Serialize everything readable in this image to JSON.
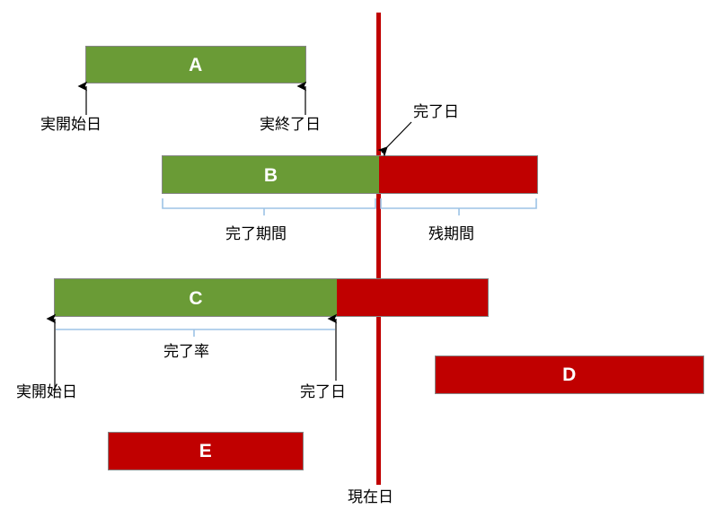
{
  "diagram": {
    "title_note": "Gantt bar legend diagram (Japanese)",
    "colors": {
      "completed": "#6A9B36",
      "remaining": "#C00000",
      "today_line": "#C00000",
      "brace": "#9DC3E6",
      "bar_border": "#868686",
      "text": "#000000"
    },
    "today_marker": {
      "label": "現在日"
    },
    "bars": [
      {
        "id": "A",
        "label": "A",
        "state": "completed",
        "annotations": [
          "実開始日",
          "実終了日"
        ]
      },
      {
        "id": "B",
        "label": "B",
        "state": "in-progress",
        "annotations": [
          "完了日",
          "完了期間",
          "残期間"
        ]
      },
      {
        "id": "C",
        "label": "C",
        "state": "in-progress",
        "annotations": [
          "実開始日",
          "完了率",
          "完了日"
        ]
      },
      {
        "id": "D",
        "label": "D",
        "state": "not-started"
      },
      {
        "id": "E",
        "label": "E",
        "state": "not-started"
      }
    ],
    "labels": {
      "actual_start_a": "実開始日",
      "actual_end_a": "実終了日",
      "completion_date_b": "完了日",
      "completed_period_b": "完了期間",
      "remaining_period_b": "残期間",
      "actual_start_c": "実開始日",
      "completion_rate_c": "完了率",
      "completion_date_c": "完了日",
      "today": "現在日"
    }
  }
}
